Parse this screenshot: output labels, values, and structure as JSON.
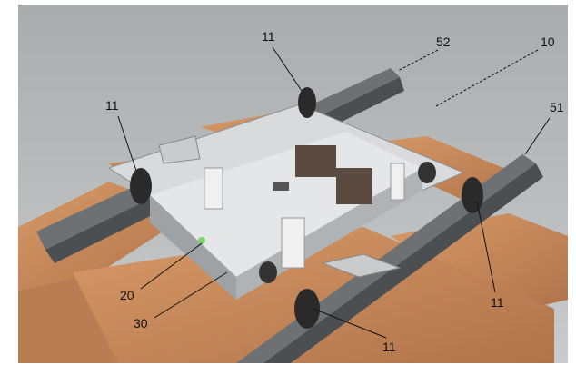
{
  "figure": {
    "labels": {
      "wheel_top": "11",
      "wheel_left": "11",
      "wheel_right": "11",
      "wheel_bottom": "11",
      "rail_far": "52",
      "rail_near": "51",
      "robot": "10",
      "sensor": "20",
      "chassis_plate": "30"
    },
    "colors": {
      "background": "#b9bcbd",
      "wood": "#c98a5a",
      "rail": "#5f6366",
      "frame": "#9ea2a5",
      "wheel": "#2a2a2a"
    }
  }
}
